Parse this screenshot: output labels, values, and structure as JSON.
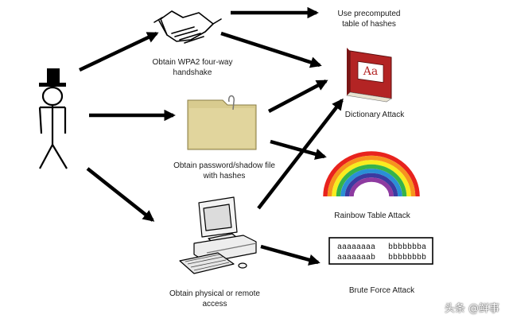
{
  "nodes": {
    "handshake": {
      "label_lines": [
        "Obtain WPA2 four-way",
        "handshake"
      ],
      "icon": "handshake-icon"
    },
    "shadow_file": {
      "label_lines": [
        "Obtain password/shadow file",
        "with hashes"
      ],
      "icon": "folder-icon"
    },
    "physical_access": {
      "label_lines": [
        "Obtain physical or remote",
        "access"
      ],
      "icon": "computer-icon"
    },
    "precomputed": {
      "label_lines": [
        "Use precomputed",
        "table of hashes"
      ]
    },
    "dictionary": {
      "label_lines": [
        "Dictionary Attack"
      ],
      "icon": "dictionary-book-icon",
      "book_letters": "Aa"
    },
    "rainbow": {
      "label_lines": [
        "Rainbow Table Attack"
      ],
      "icon": "rainbow-icon"
    },
    "brute_force": {
      "label_lines": [
        "Brute Force Attack"
      ],
      "icon": "brute-force-table-icon",
      "table_rows": [
        [
          "aaaaaaaa",
          "bbbbbbba"
        ],
        [
          "aaaaaaab",
          "bbbbbbbb"
        ]
      ]
    }
  },
  "attacker": {
    "icon": "top-hat-stick-figure-icon"
  },
  "watermark": "头条 @鲜事",
  "colors": {
    "arrow": "#000000",
    "folder": "#d8cb8f",
    "book": "#b32424",
    "rainbow": [
      "#e8231d",
      "#f7931e",
      "#f8ec1f",
      "#36b34a",
      "#2a8fd6",
      "#3b3ba0",
      "#8e3ba0"
    ]
  }
}
